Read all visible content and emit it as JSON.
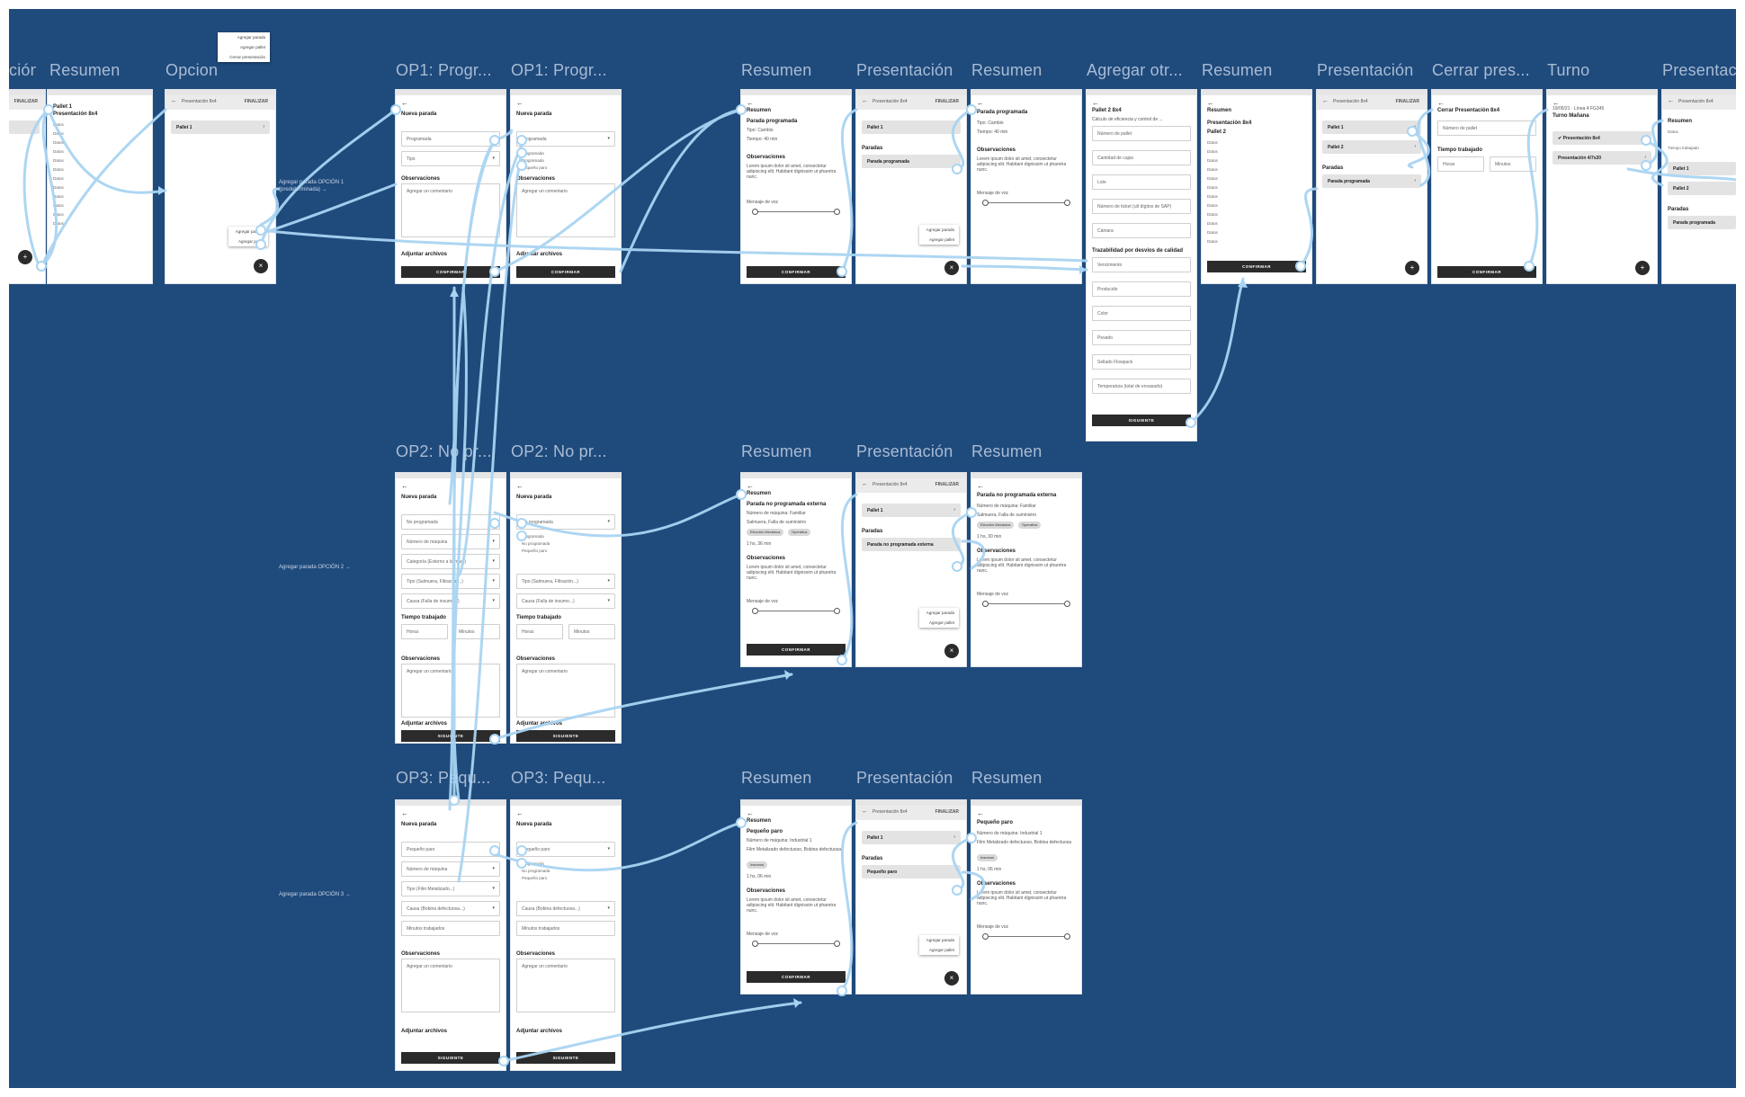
{
  "colors": {
    "background": "#1f4a7c",
    "wire": "#a9d4f2",
    "frame": "#ffffff",
    "title": "#a9bcd4",
    "button": "#2b2b2b"
  },
  "titles": {
    "t0": "ción",
    "t1": "Resumen",
    "t2": "Opcion",
    "t3": "OP1: Progr...",
    "t4": "OP1: Progr...",
    "t5": "Resumen",
    "t6": "Presentación",
    "t7": "Resumen",
    "t8": "Agregar otr...",
    "t9": "Resumen",
    "t10": "Presentación",
    "t11": "Cerrar pres...",
    "t12": "Turno",
    "t13": "Presentac",
    "o2a": "OP2: No pr...",
    "o2b": "OP2: No pr...",
    "o2c": "Resumen",
    "o2d": "Presentación",
    "o2e": "Resumen",
    "o3a": "OP3: Pequ...",
    "o3b": "OP3: Pequ...",
    "o3c": "Resumen",
    "o3d": "Presentación",
    "o3e": "Resumen"
  },
  "annotations": {
    "op1": "Agregar parada OPCIÓN 1 (predeterminada) →",
    "op2": "Agregar parada OPCIÓN 2 →",
    "op3": "Agregar parada OPCIÓN 3 →"
  },
  "labels": {
    "finalizar": "FINALIZAR",
    "nueva_parada": "Nueva parada",
    "observaciones": "Observaciones",
    "comentario": "Agregar un comentario",
    "adjuntar": "Adjuntar archivos",
    "confirmar": "CONFIRMAR",
    "siguiente": "SIGUIENTE",
    "resumen": "Resumen",
    "paradas": "Paradas",
    "presentacion": "Presentación 8x4",
    "pallet1": "Pallet 1",
    "pallet2": "Pallet 2",
    "agregar_parada": "Agregar parada",
    "agregar_pallet": "Agregar pallet",
    "cerrar_presentacion": "Cerrar presentación",
    "mensaje_voz": "Mensaje de voz",
    "parada_programada": "Parada programada",
    "tipo_cambio": "Tipo: Cambio",
    "tiempo": "Tiempo: 40 min",
    "lorem": "Lorem ipsum dolor sit amet, consectetur adipiscing elit. Habitant dignissim ut pharetra nunc.",
    "programada": "Programada",
    "no_programada": "No programada",
    "pequeno_paro": "Pequeño paro",
    "tipo": "Tipo",
    "numero_maquina": "Número de máquina",
    "categoria": "Categoría (Externo a la máq.)",
    "tipo_salmuera": "Tipo (Salmuera, Filtración...)",
    "causa": "Causa (Falla de insumo...)",
    "tiempo_trabajado": "Tiempo trabajado",
    "horas": "Horas",
    "minutos": "Minutos",
    "tipo_film": "Tipo (Film Metalizado...)",
    "causa_bobina": "Causa (Bobina defectuosa...)",
    "minutos_trabajados": "Minutos trabajados",
    "pallet2_8x4": "Pallet 2 8x4",
    "calculo": "Cálculo de eficiencia y control de ...",
    "numero_pallet": "Número de pallet",
    "cantidad_cajas": "Cantidad de cajas",
    "lote": "Lote",
    "numero_ticket": "Número de ticket (ult dígitos de SAP)",
    "camara": "Cámara",
    "trazabilidad": "Trazabilidad por desvíos de calidad",
    "vencimiento": "Vencimiento",
    "produccion": "Producido",
    "color": "Color",
    "pesado": "Pesado",
    "sellado": "Sellado Flowpack",
    "temperatura": "Temperatura (total de envasado)",
    "cerrar_8x4": "Cerrar Presentación 8x4",
    "turno_manana": "Turno Mañana",
    "fecha": "19/05/21 · Línea 4 FG345",
    "presentacion_8x4": "Presentación 8x4",
    "presentacion_4x20": "Presentación 4/7x20",
    "parada_no_prog_ext": "Parada no programada externa",
    "num_maquina_fam": "Número de máquina: Familiar",
    "salmuera_falla": "Salmuera, Falla de suministro",
    "eleccion": "Elección Mecánica",
    "operativa": "Operativa",
    "t_13": "1 hs, 36 min",
    "t_12": "1 hs, 30 min",
    "num_maq_ind": "Número de máquina: Industrial 1",
    "film": "Film Metalizado defectuoso, Bobina defectuosa",
    "insumos": "Insumos",
    "t_6": "1 hs, 06 min",
    "pequeno_paro_r": "Pequeño paro",
    "datos": "Datos",
    "pallet_l": "Pallet 1",
    "presentacion_r": "Presentación 8x4"
  }
}
